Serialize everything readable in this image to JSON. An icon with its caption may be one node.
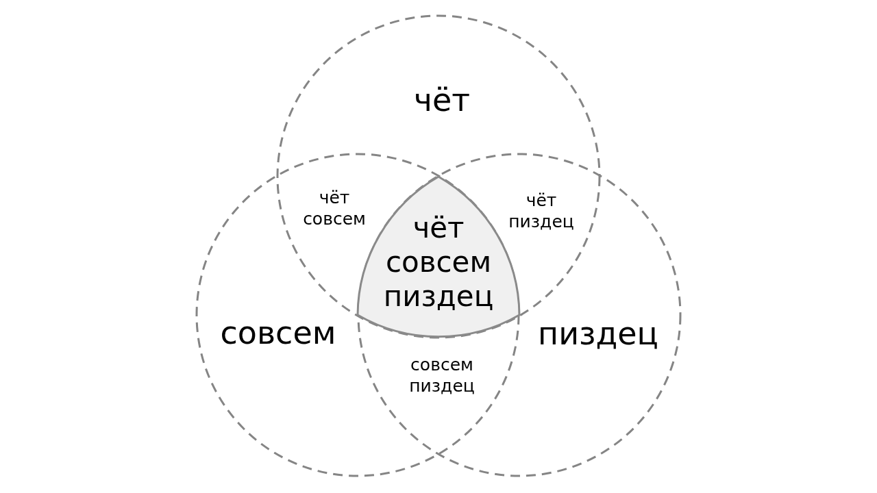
{
  "diagram": {
    "nodes": [
      {
        "text": [
          "чёт"
        ]
      },
      {
        "text": [
          "совсем"
        ]
      },
      {
        "text": [
          "пиздец"
        ]
      },
      {
        "text": [
          "чёт совсем пиздец"
        ]
      }
    ],
    "labels": [
      "чёт совсем",
      "чёт пиздец",
      "совсем пиздец"
    ]
  }
}
